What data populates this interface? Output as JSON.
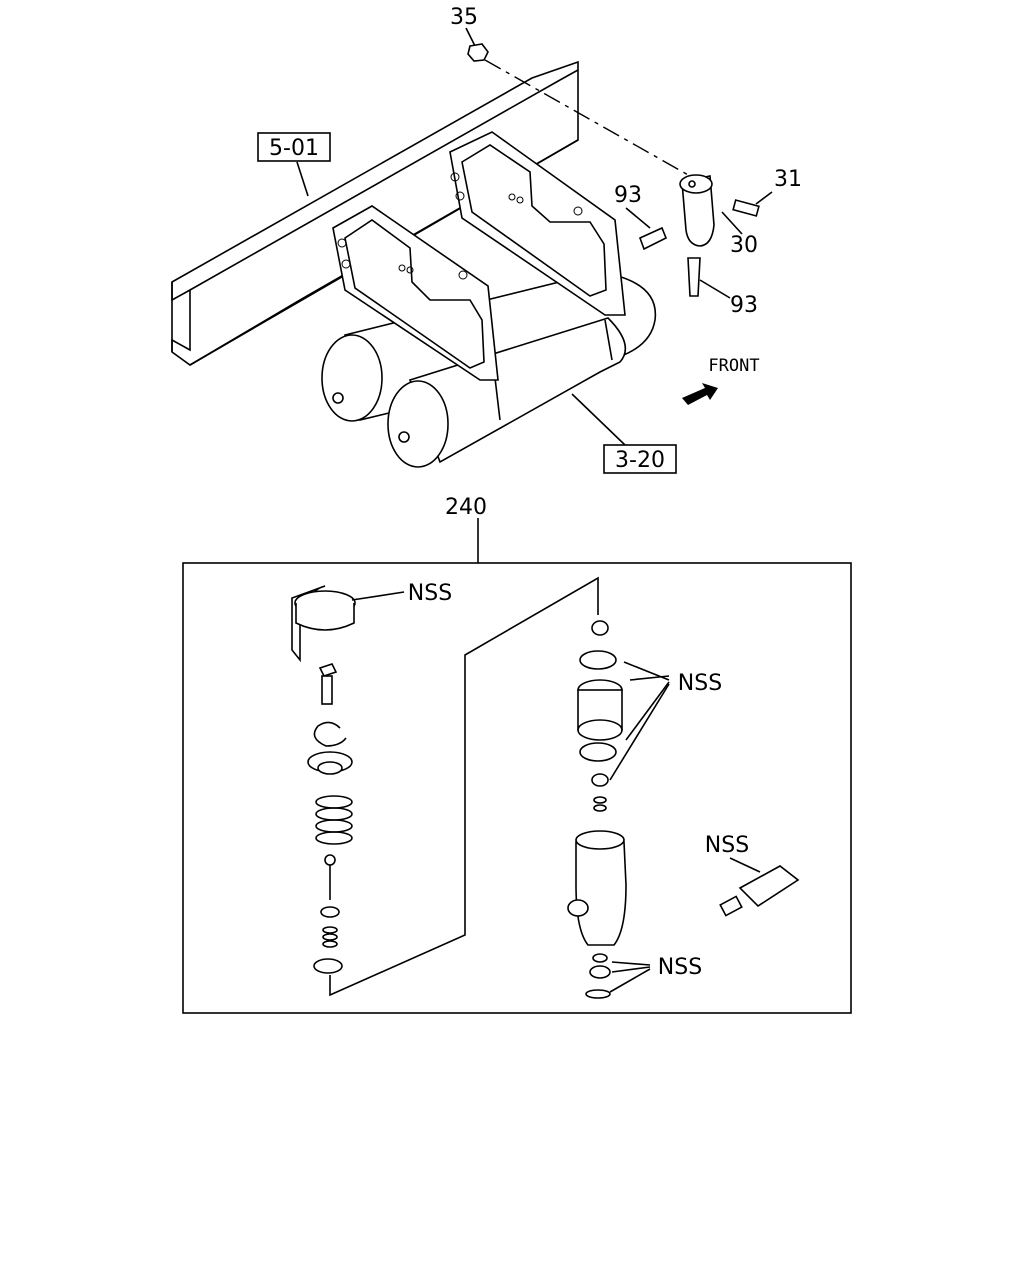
{
  "callouts": {
    "c35": "35",
    "c31": "31",
    "c30": "30",
    "c93_top": "93",
    "c93_bottom": "93",
    "ref_frame": "5-01",
    "ref_tanks": "3-20",
    "front": "FRONT",
    "kit": "240",
    "nss_cap": "NSS",
    "nss_rings": "NSS",
    "nss_tube": "NSS",
    "nss_bottom": "NSS"
  }
}
